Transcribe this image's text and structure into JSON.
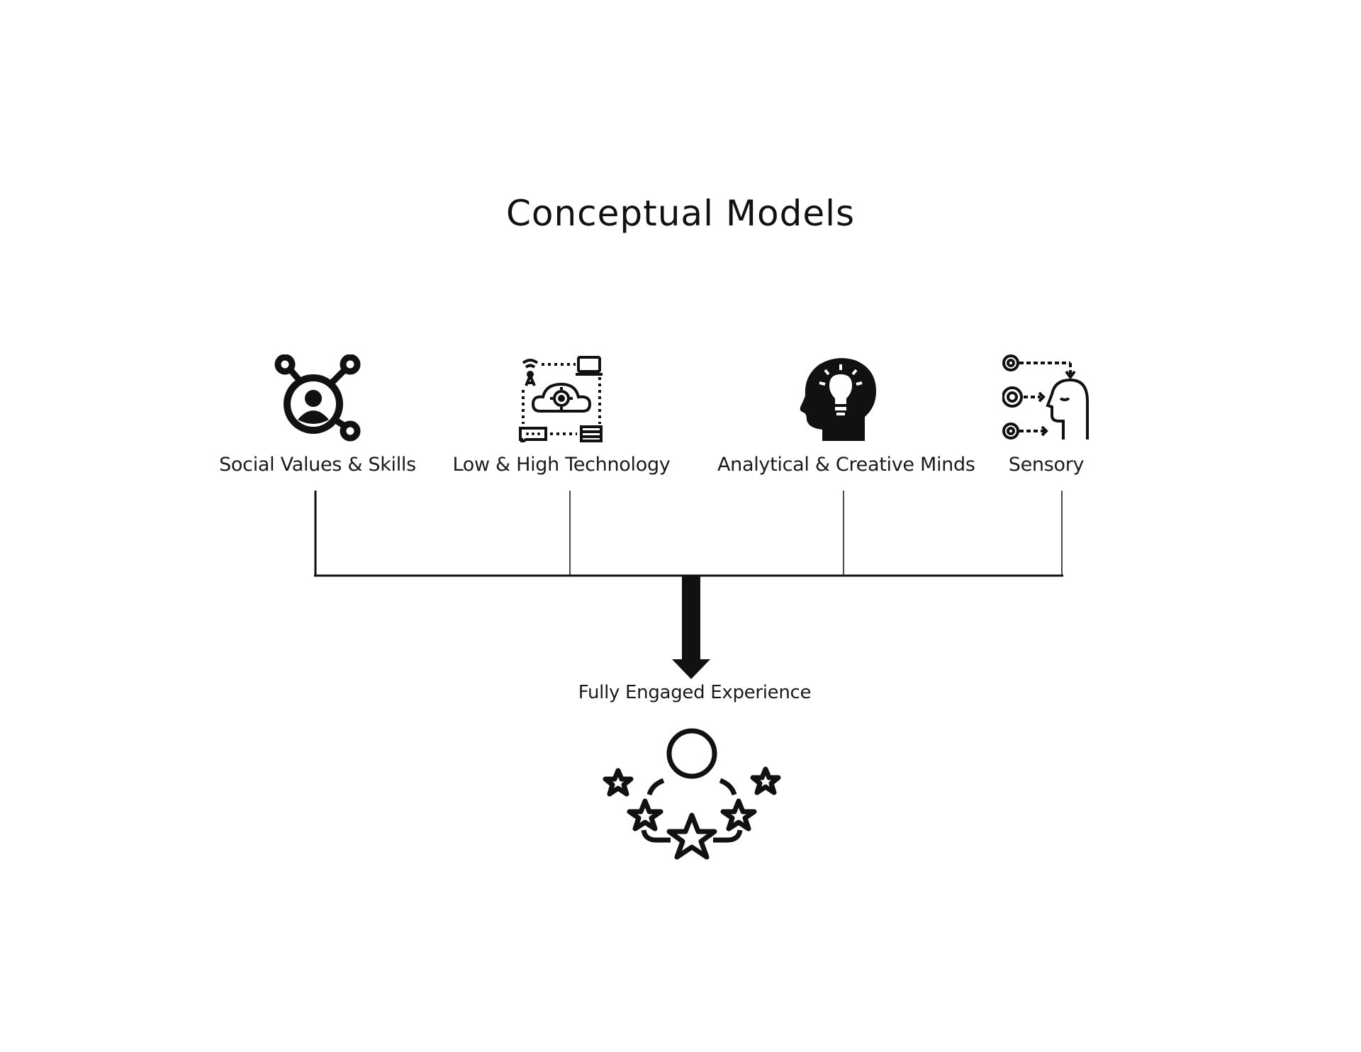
{
  "diagram": {
    "title": "Conceptual Models",
    "nodes": [
      {
        "label": "Social Values & Skills",
        "icon": "social-network-icon"
      },
      {
        "label": "Low & High Technology",
        "icon": "technology-cloud-icon"
      },
      {
        "label": "Analytical & Creative Minds",
        "icon": "head-lightbulb-icon"
      },
      {
        "label": "Sensory",
        "icon": "sensory-head-icon"
      }
    ],
    "outcome": {
      "label": "Fully Engaged Experience",
      "icon": "person-stars-icon"
    }
  }
}
